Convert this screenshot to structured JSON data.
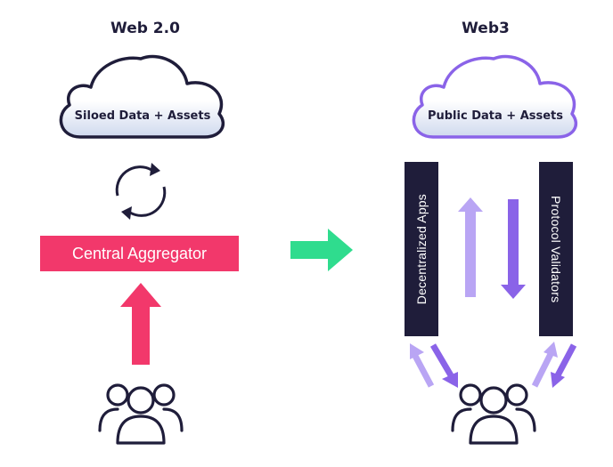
{
  "web2": {
    "heading": "Web 2.0",
    "cloud_label": "Siloed Data + Assets",
    "aggregator_label": "Central Aggregator"
  },
  "web3": {
    "heading": "Web3",
    "cloud_label": "Public Data + Assets",
    "left_pillar_label": "Decentralized Apps",
    "right_pillar_label": "Protocol Validators"
  },
  "colors": {
    "navy": "#1f1d3a",
    "pink": "#f2386b",
    "green": "#2fdc8e",
    "purple": "#8a63e8",
    "lavender": "#b9a5f4",
    "cloud_fill": "#dfe6f5"
  },
  "icons": [
    "sync-cycle-icon",
    "arrow-up-icon",
    "users-group-icon",
    "arrow-right-icon",
    "arrow-up-icon",
    "arrow-down-icon",
    "bidirectional-arrows-icon"
  ]
}
